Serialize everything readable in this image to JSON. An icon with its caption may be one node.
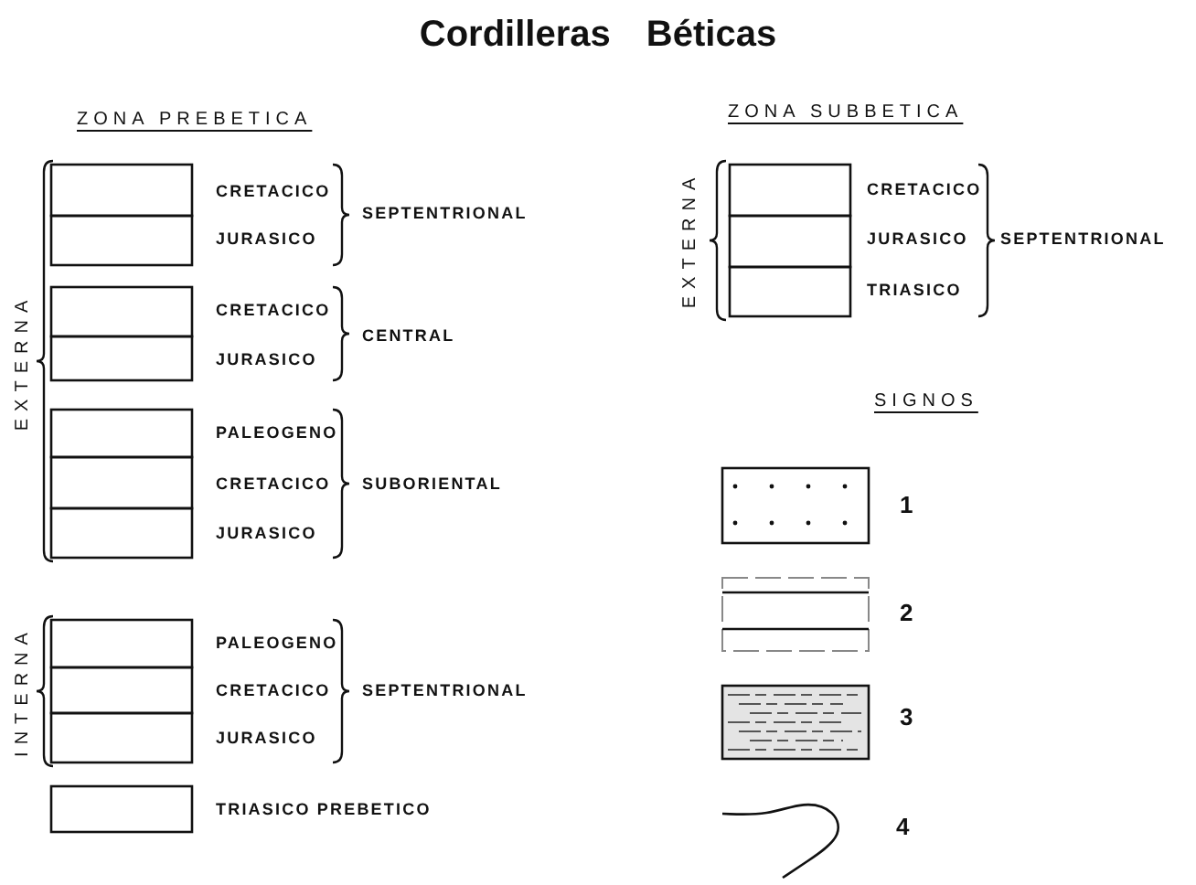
{
  "diagram": {
    "title": "Cordilleras Béticas",
    "labels": [
      "ZONA PREBETICA",
      "EXTERNA",
      "SEPTENTRIONAL",
      "CENTRAL",
      "SUBORIENTAL",
      "INTERNA",
      "SEPTENTRIONAL",
      "ZONA SUBBETICA",
      "EXTERNA",
      "SEPTENTRIONAL",
      "SIGNOS"
    ],
    "legend": [
      {
        "text": "CRETACICO"
      },
      {
        "text": "JURASICO"
      },
      {
        "text": "CRETACICO"
      },
      {
        "text": "JURASICO"
      },
      {
        "text": "PALEOGENO"
      },
      {
        "text": "CRETACICO"
      },
      {
        "text": "JURASICO"
      },
      {
        "text": "PALEOGENO"
      },
      {
        "text": "CRETACICO"
      },
      {
        "text": "JURASICO"
      },
      {
        "text": "TRIASICO PREBETICO"
      },
      {
        "text": "CRETACICO"
      },
      {
        "text": "JURASICO"
      },
      {
        "text": "TRIASICO"
      },
      {
        "text": "1"
      },
      {
        "text": "2"
      },
      {
        "text": "3"
      },
      {
        "text": "4"
      }
    ]
  }
}
